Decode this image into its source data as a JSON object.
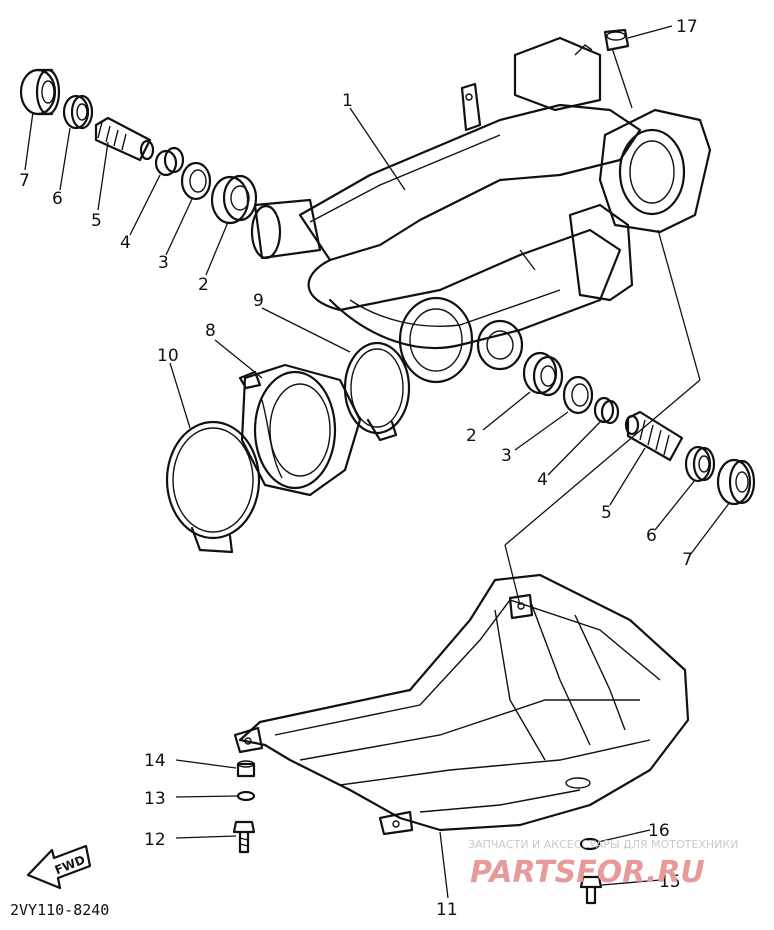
{
  "diagram_code": "2VY110-8240",
  "fwd_label": "FWD",
  "watermark": {
    "tagline": "ЗАПЧАСТИ И АКСЕССУАРЫ ДЛЯ МОТОТЕХНИКИ",
    "brand": "PARTSFOR.RU"
  },
  "callouts": [
    {
      "id": "1",
      "label": "1"
    },
    {
      "id": "2a",
      "label": "2"
    },
    {
      "id": "3a",
      "label": "3"
    },
    {
      "id": "4a",
      "label": "4"
    },
    {
      "id": "5a",
      "label": "5"
    },
    {
      "id": "6a",
      "label": "6"
    },
    {
      "id": "7a",
      "label": "7"
    },
    {
      "id": "8",
      "label": "8"
    },
    {
      "id": "9",
      "label": "9"
    },
    {
      "id": "10",
      "label": "10"
    },
    {
      "id": "2b",
      "label": "2"
    },
    {
      "id": "3b",
      "label": "3"
    },
    {
      "id": "4b",
      "label": "4"
    },
    {
      "id": "5b",
      "label": "5"
    },
    {
      "id": "6b",
      "label": "6"
    },
    {
      "id": "7b",
      "label": "7"
    },
    {
      "id": "11",
      "label": "11"
    },
    {
      "id": "12",
      "label": "12"
    },
    {
      "id": "13",
      "label": "13"
    },
    {
      "id": "14",
      "label": "14"
    },
    {
      "id": "15",
      "label": "15"
    },
    {
      "id": "16",
      "label": "16"
    },
    {
      "id": "17",
      "label": "17"
    }
  ]
}
